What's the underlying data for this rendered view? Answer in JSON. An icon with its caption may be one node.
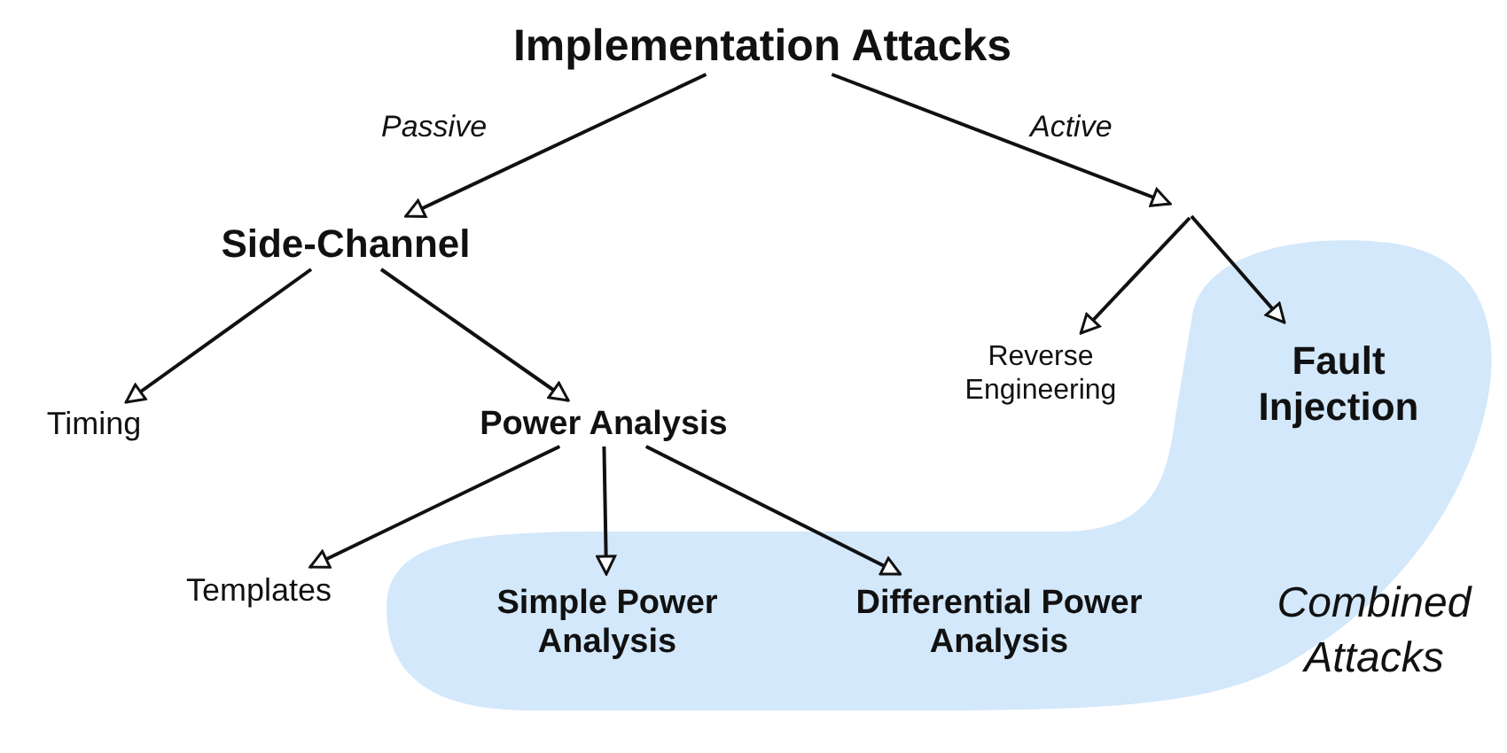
{
  "diagram": {
    "nodes": [
      {
        "text": [
          "Implementation Attacks"
        ]
      },
      {
        "text": [
          "Side-Channel"
        ]
      },
      {
        "text": [
          "Combined Attacks"
        ]
      },
      {
        "text": [
          "Reverse Engineering"
        ]
      },
      {
        "text": [
          "Fault Injection"
        ],
        "in": 2
      },
      {
        "text": [
          "Timing"
        ]
      },
      {
        "text": [
          "Power Analysis"
        ]
      },
      {
        "text": [
          "Templates"
        ]
      },
      {
        "text": [
          "Simple Power Analysis"
        ],
        "in": 2
      },
      {
        "text": [
          "Differential Power Analysis"
        ],
        "in": 2
      }
    ],
    "edges": [
      {
        "from": 0,
        "to": 1,
        "arrow": "to",
        "label": "Passive"
      },
      {
        "from": 0,
        "to": null,
        "arrow": "to",
        "label": "Active"
      },
      {
        "from": null,
        "to": 3,
        "arrow": "to"
      },
      {
        "from": null,
        "to": 4,
        "arrow": "to"
      },
      {
        "from": 1,
        "to": 5,
        "arrow": "to"
      },
      {
        "from": 1,
        "to": 6,
        "arrow": "to"
      },
      {
        "from": 6,
        "to": 7,
        "arrow": "to"
      },
      {
        "from": 6,
        "to": 8,
        "arrow": "to"
      },
      {
        "from": 6,
        "to": 9,
        "arrow": "to"
      }
    ]
  }
}
